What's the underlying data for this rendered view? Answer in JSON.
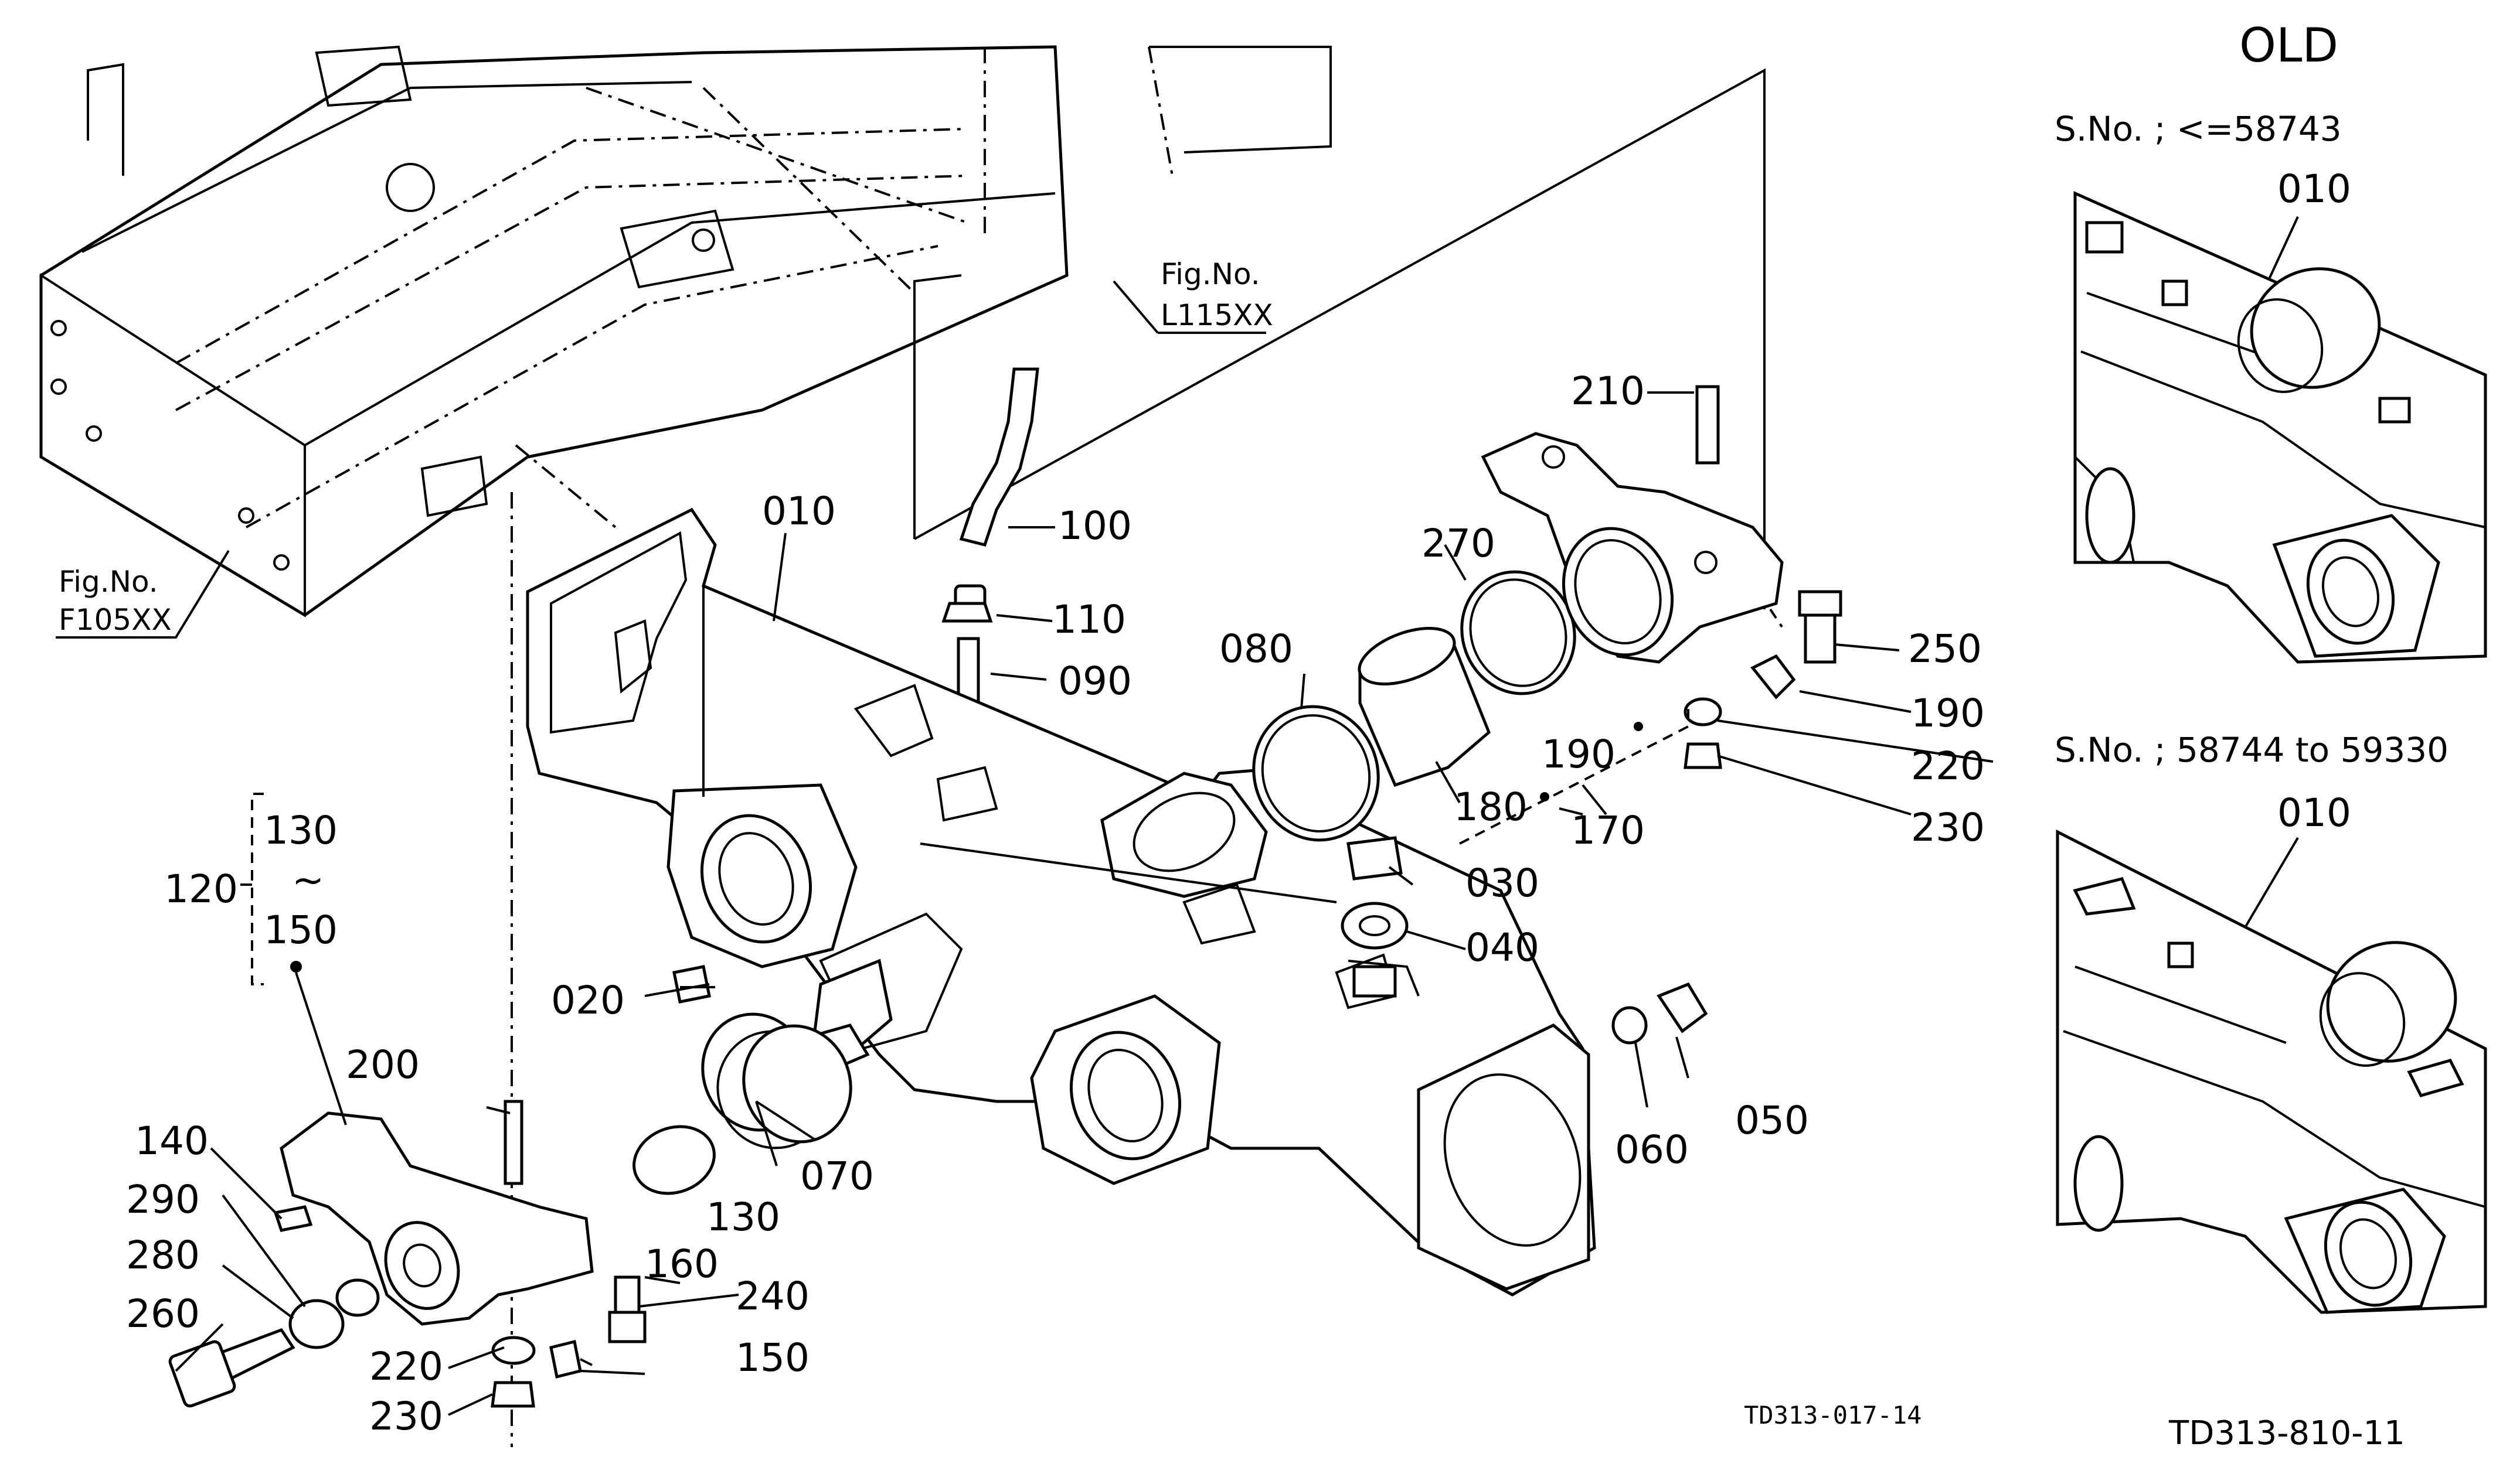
{
  "figure": {
    "code_main": "TD313-017-14",
    "code_old": "TD313-810-11"
  },
  "refs": {
    "frame_label": "Fig.No.",
    "frame_code": "F105XX",
    "hose_label": "Fig.No.",
    "hose_code": "L115XX"
  },
  "callouts": {
    "p010": "010",
    "p020": "020",
    "p030": "030",
    "p040": "040",
    "p050": "050",
    "p060": "060",
    "p070": "070",
    "p080": "080",
    "p090": "090",
    "p100": "100",
    "p110": "110",
    "p120": "120",
    "p130": "130",
    "p130b": "130",
    "p140": "140",
    "p150": "150",
    "p150b": "150",
    "p160": "160",
    "p170": "170",
    "p180": "180",
    "p190": "190",
    "p190b": "190",
    "p200": "200",
    "p210": "210",
    "p220": "220",
    "p220b": "220",
    "p230": "230",
    "p230b": "230",
    "p240": "240",
    "p250": "250",
    "p260": "260",
    "p270": "270",
    "p280": "280",
    "p290": "290",
    "tilde": "~"
  },
  "inset": {
    "title": "OLD",
    "serial_1": "S.No. ; <=58743",
    "serial_2": "S.No. ; 58744 to 59330",
    "label_1": "010",
    "label_2": "010"
  }
}
